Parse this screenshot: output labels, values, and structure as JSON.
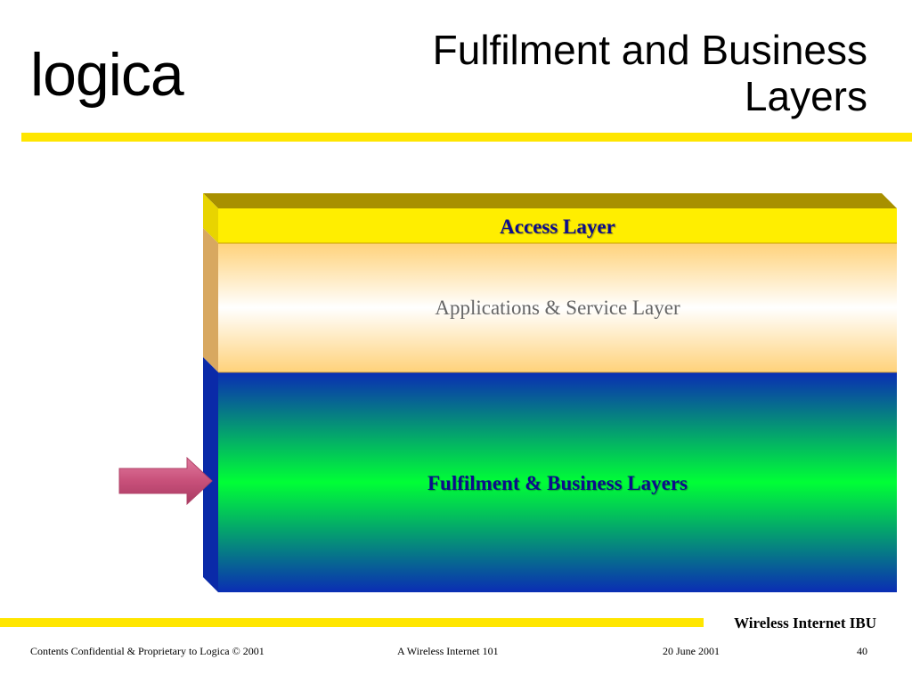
{
  "header": {
    "logo_text": "logica",
    "title_line1": "Fulfilment and Business",
    "title_line2": "Layers"
  },
  "diagram": {
    "layers": [
      {
        "label": "Access Layer",
        "color": "#ffee00"
      },
      {
        "label": "Applications & Service Layer",
        "color": "#ffd98a"
      },
      {
        "label": "Fulfilment & Business Layers",
        "color": "#00ff3c"
      }
    ],
    "accent_colors": {
      "rule_yellow": "#ffe600",
      "layer_text_blue": "#0c0c8c",
      "arrow_pink": "#c8507a",
      "side_blue": "#0a2db4"
    },
    "pointer_icon": "right-arrow-icon"
  },
  "footer": {
    "unit": "Wireless Internet IBU",
    "confidential": "Contents Confidential & Proprietary to Logica © 2001",
    "presentation": "A Wireless Internet 101",
    "date": "20 June 2001",
    "page": "40"
  }
}
